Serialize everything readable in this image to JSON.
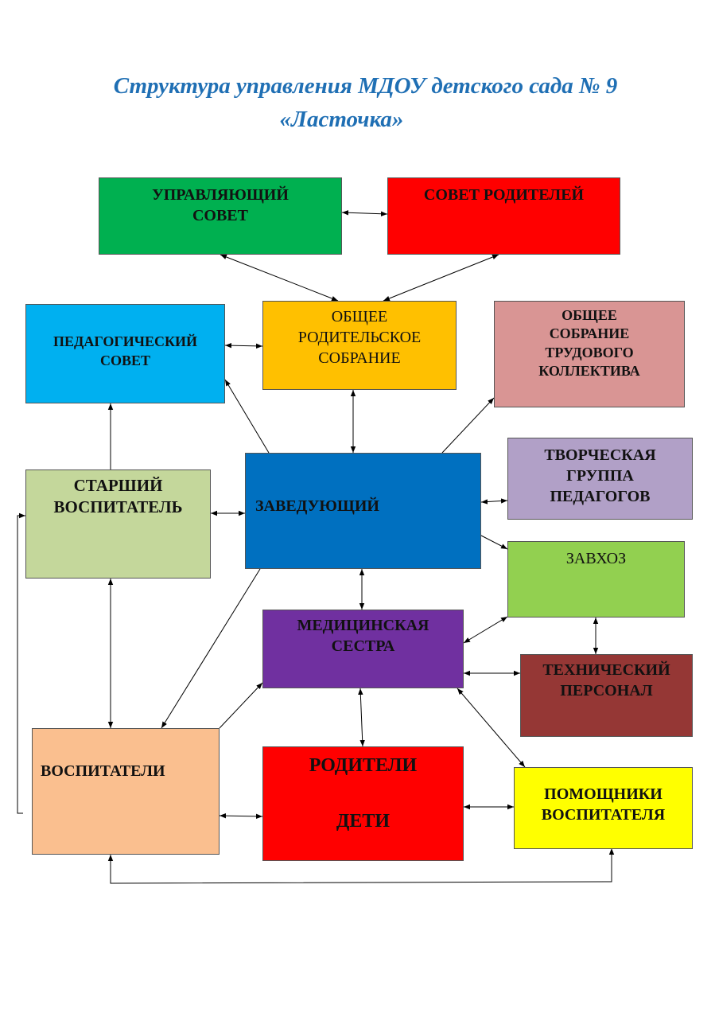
{
  "title": {
    "line1": "Структура управления МДОУ  детского сада № 9",
    "line2": "«Ласточка»"
  },
  "boxes": {
    "upravl": "УПРАВЛЯЮЩИЙ\nСОВЕТ",
    "sovet_rod": "СОВЕТ РОДИТЕЛЕЙ",
    "ped_sovet": "ПЕДАГОГИЧЕСКИЙ\nСОВЕТ",
    "obsh_rod": "ОБЩЕЕ\nРОДИТЕЛЬСКОЕ\nСОБРАНИЕ",
    "obsh_trud": "ОБЩЕЕ\nСОБРАНИЕ\nТРУДОВОГО\nКОЛЛЕКТИВА",
    "starsh": "СТАРШИЙ\nВОСПИТАТЕЛЬ",
    "zaved": "ЗАВЕДУЮЩИЙ",
    "tvorch": "ТВОРЧЕСКАЯ\nГРУППА\nПЕДАГОГОВ",
    "zavhoz": "ЗАВХОЗ",
    "med": "МЕДИЦИНСКАЯ\nСЕСТРА",
    "tech": "ТЕХНИЧЕСКИЙ\nПЕРСОНАЛ",
    "vospit": "ВОСПИТАТЕЛИ",
    "roditeli": "РОДИТЕЛИ",
    "deti": "ДЕТИ",
    "pomosh": "ПОМОЩНИКИ\nВОСПИТАТЕЛЯ"
  },
  "colors": {
    "upravl": "#00b050",
    "sovet_rod": "#ff0000",
    "ped_sovet": "#00b0f0",
    "obsh_rod": "#ffc000",
    "obsh_trud": "#d99594",
    "starsh": "#c4d79b",
    "zaved": "#0070c0",
    "tvorch": "#b1a0c7",
    "zavhoz": "#92d050",
    "med": "#7030a0",
    "tech": "#953735",
    "vospit": "#fabf8f",
    "roditeli": "#ff0000",
    "pomosh": "#ffff00"
  }
}
